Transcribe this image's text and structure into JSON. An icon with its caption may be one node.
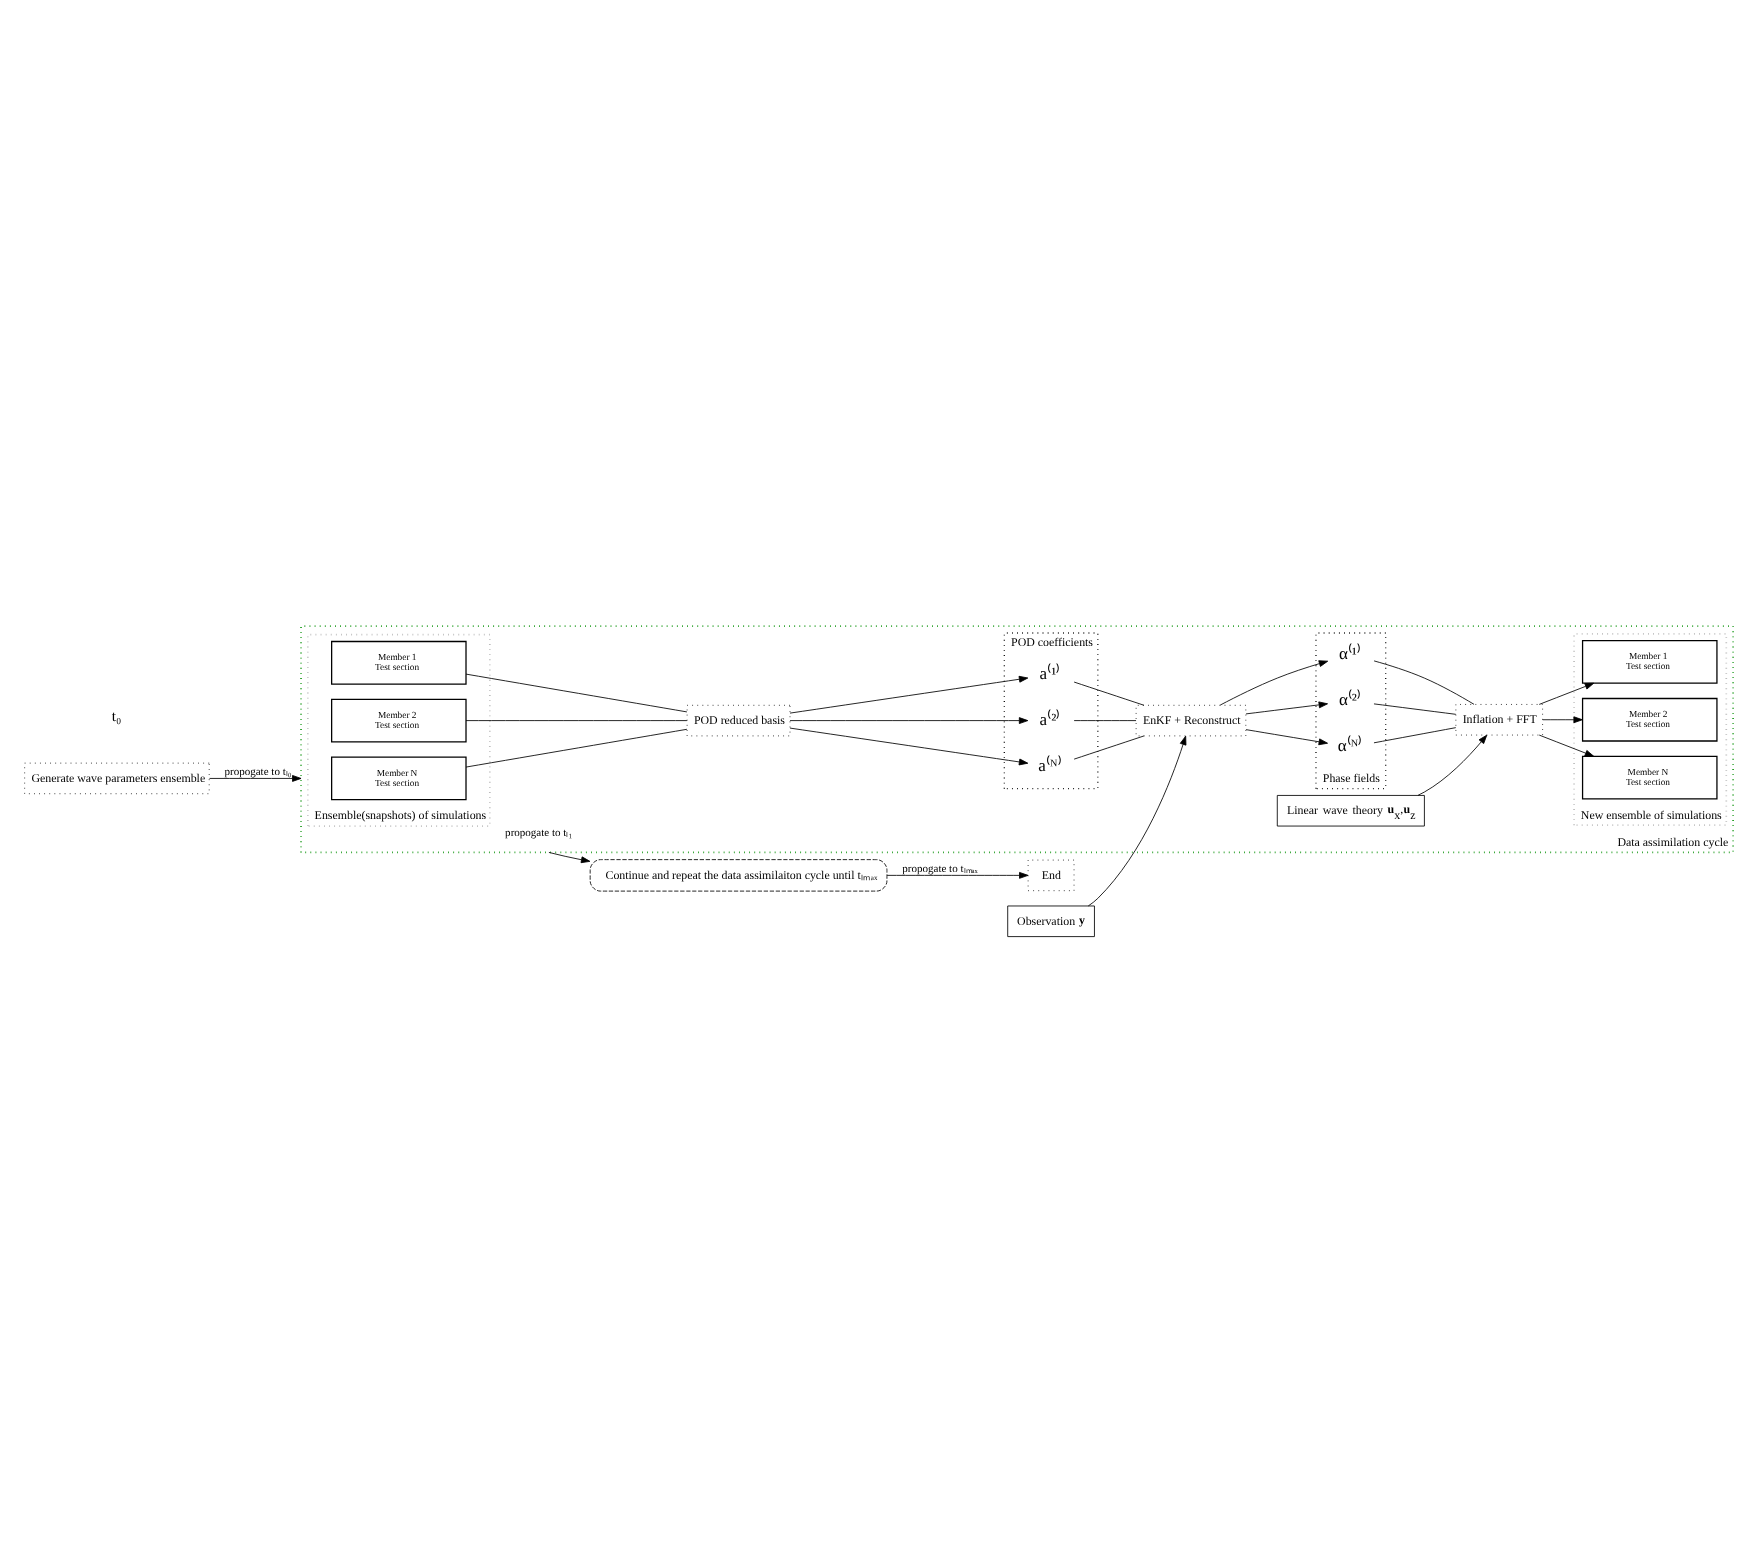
{
  "diagram": {
    "nodes": [
      {
        "text": [
          "Generate wave parameters ensemble"
        ],
        "beside": [
          "t₀"
        ]
      },
      {
        "text": [
          "Data assimilation cycle"
        ]
      },
      {
        "text": [
          "Ensemble(snapshots) of simulations"
        ],
        "in": 1
      },
      {
        "text": [
          "Member N",
          "Test section"
        ],
        "in": 2
      },
      {
        "text": [
          "Member 2",
          "Test section"
        ],
        "in": 2
      },
      {
        "text": [
          "Member 1",
          "Test section"
        ],
        "in": 2
      },
      {
        "text": [
          "POD reduced basis"
        ],
        "in": 1
      },
      {
        "text": [
          "POD coefficients"
        ],
        "in": 1
      },
      {
        "text": [
          "a⁽ᴺ⁾"
        ],
        "in": 7
      },
      {
        "text": [
          "a⁽²⁾"
        ],
        "in": 7
      },
      {
        "text": [
          "a⁽¹⁾"
        ],
        "in": 7
      },
      {
        "text": [
          "Observation **y**"
        ]
      },
      {
        "text": [
          "EnKF + Reconstruct"
        ],
        "in": 1
      },
      {
        "text": [
          "Linear wave theory **u**$_{x}$,**u**$_{z}$"
        ],
        "in": 1
      },
      {
        "text": [
          "Phase fields"
        ],
        "in": 1
      },
      {
        "text": [
          "α⁽ᴺ⁾"
        ],
        "in": 14
      },
      {
        "text": [
          "α⁽²⁾"
        ],
        "in": 14
      },
      {
        "text": [
          "α⁽¹⁾"
        ],
        "in": 14
      },
      {
        "text": [
          "Inflation + FFT"
        ],
        "in": 1
      },
      {
        "text": [
          "New ensemble of simulations"
        ],
        "in": 1
      },
      {
        "text": [
          "Member N",
          "Test section"
        ],
        "in": 19
      },
      {
        "text": [
          "Member 2",
          "Test section"
        ],
        "in": 19
      },
      {
        "text": [
          "Member 1",
          "Test section"
        ],
        "in": 19
      },
      {
        "text": [
          "Continue and repeat the data assimilaiton cycle until tₗₘₐₓ"
        ]
      },
      {
        "text": [
          "End"
        ]
      }
    ],
    "edges": [
      {
        "from": 0,
        "to": 1,
        "arrow": "to",
        "label": "propogate to tₗ₀"
      },
      {
        "from": 3,
        "to": 6,
        "arrow": "none"
      },
      {
        "from": 4,
        "to": 6,
        "arrow": "none"
      },
      {
        "from": 5,
        "to": 6,
        "arrow": "none"
      },
      {
        "from": 6,
        "to": 8,
        "arrow": "to"
      },
      {
        "from": 6,
        "to": 9,
        "arrow": "to"
      },
      {
        "from": 6,
        "to": 10,
        "arrow": "to"
      },
      {
        "from": 8,
        "to": 12,
        "arrow": "none"
      },
      {
        "from": 9,
        "to": 12,
        "arrow": "none"
      },
      {
        "from": 10,
        "to": 12,
        "arrow": "none"
      },
      {
        "from": 11,
        "to": 12,
        "arrow": "to"
      },
      {
        "from": 12,
        "to": 15,
        "arrow": "to"
      },
      {
        "from": 12,
        "to": 16,
        "arrow": "to"
      },
      {
        "from": 12,
        "to": 17,
        "arrow": "to"
      },
      {
        "from": 13,
        "to": 18,
        "arrow": "to"
      },
      {
        "from": 15,
        "to": 18,
        "arrow": "none"
      },
      {
        "from": 16,
        "to": 18,
        "arrow": "none"
      },
      {
        "from": 17,
        "to": 18,
        "arrow": "none"
      },
      {
        "from": 18,
        "to": 20,
        "arrow": "to"
      },
      {
        "from": 18,
        "to": 21,
        "arrow": "to"
      },
      {
        "from": 18,
        "to": 22,
        "arrow": "to"
      },
      {
        "from": 1,
        "to": 23,
        "arrow": "to",
        "label": "propogate to tₗ₁"
      },
      {
        "from": 23,
        "to": 24,
        "arrow": "to",
        "label": "propogate to tₗₘₐₓ"
      }
    ]
  }
}
